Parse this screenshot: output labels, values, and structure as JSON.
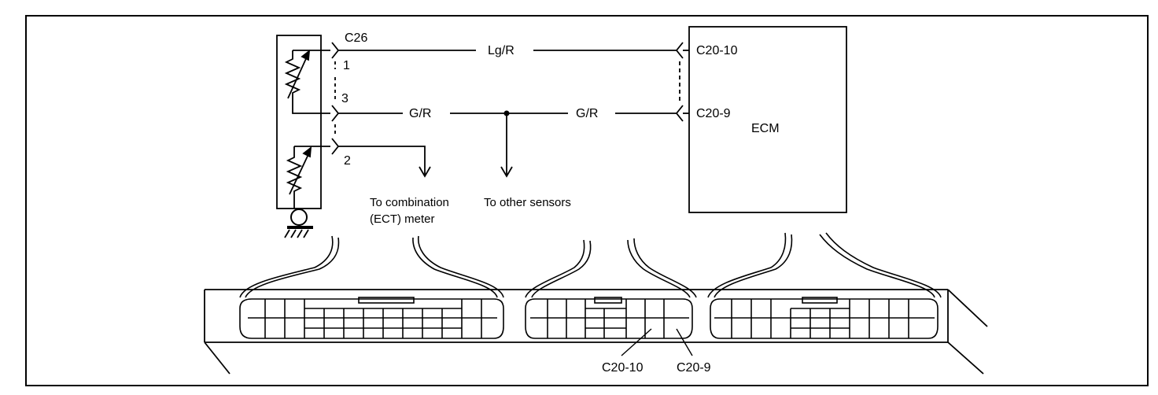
{
  "sensor": {
    "connector": "C26",
    "pin_1": "1",
    "pin_2": "2",
    "pin_3": "3"
  },
  "wires": {
    "top_wire_color": "Lg/R",
    "mid_wire_color_left": "G/R",
    "mid_wire_color_right": "G/R"
  },
  "ecm": {
    "label": "ECM",
    "pin_top": "C20-10",
    "pin_mid": "C20-9"
  },
  "destinations": {
    "combination_meter_line1": "To combination",
    "combination_meter_line2": "(ECT) meter",
    "other_sensors": "To other sensors"
  },
  "connector_callouts": {
    "c20_10": "C20-10",
    "c20_9": "C20-9"
  }
}
